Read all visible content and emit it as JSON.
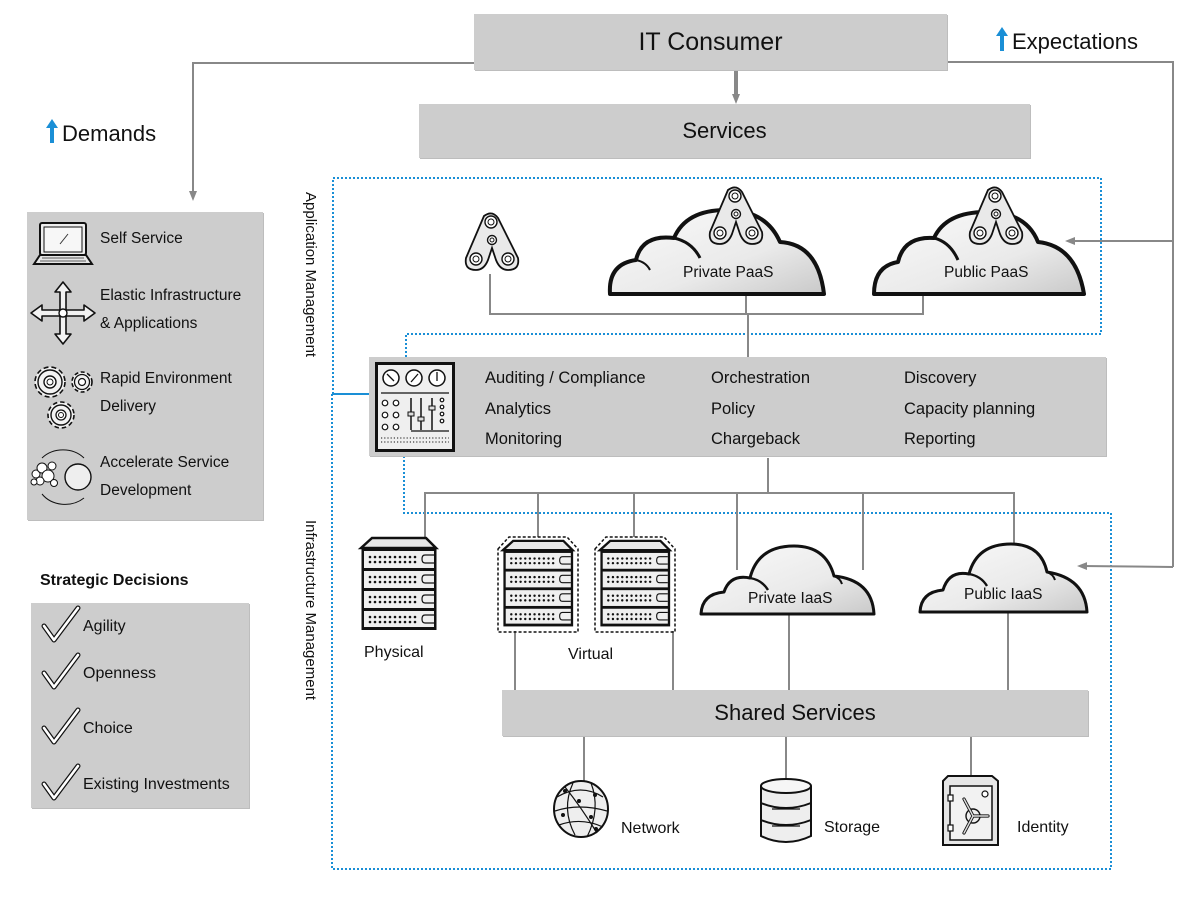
{
  "title_box": {
    "label": "IT Consumer"
  },
  "services_box": {
    "label": "Services"
  },
  "demands": {
    "label": "Demands",
    "arrow_color": "#1a8fd6"
  },
  "expectations": {
    "label": "Expectations",
    "arrow_color": "#1a8fd6"
  },
  "benefits": {
    "items": [
      {
        "icon": "laptop-icon",
        "lines": [
          "Self Service"
        ]
      },
      {
        "icon": "four-way-arrows-icon",
        "lines": [
          "Elastic Infrastructure",
          "& Applications"
        ]
      },
      {
        "icon": "gears-icon",
        "lines": [
          "Rapid Environment",
          "Delivery"
        ]
      },
      {
        "icon": "bubbles-cycle-icon",
        "lines": [
          "Accelerate Service",
          "Development"
        ]
      }
    ]
  },
  "strategic_decisions": {
    "heading": "Strategic Decisions",
    "items": [
      "Agility",
      "Openness",
      "Choice",
      "Existing Investments"
    ]
  },
  "application_management": {
    "label": "Application Management",
    "items": [
      {
        "icon": "app-platform-icon",
        "label": ""
      },
      {
        "icon": "private-paas-cloud-icon",
        "label": "Private PaaS"
      },
      {
        "icon": "public-paas-cloud-icon",
        "label": "Public PaaS"
      }
    ]
  },
  "management_layer": {
    "icon": "control-panel-icon",
    "columns": [
      [
        "Auditing / Compliance",
        "Analytics",
        "Monitoring"
      ],
      [
        "Orchestration",
        "Policy",
        "Chargeback"
      ],
      [
        "Discovery",
        "Capacity planning",
        "Reporting"
      ]
    ]
  },
  "infrastructure_management": {
    "label": "Infrastructure Management",
    "physical_label": "Physical",
    "virtual_label": "Virtual",
    "private_iaas_label": "Private IaaS",
    "public_iaas_label": "Public IaaS"
  },
  "shared_services": {
    "label": "Shared Services",
    "items": [
      {
        "icon": "globe-network-icon",
        "label": "Network"
      },
      {
        "icon": "database-storage-icon",
        "label": "Storage"
      },
      {
        "icon": "safe-identity-icon",
        "label": "Identity"
      }
    ]
  },
  "colors": {
    "box_fill": "#cdcdcd",
    "connector": "#888888",
    "dotted_border": "#1a8fd6",
    "arrow_accent": "#1a8fd6"
  }
}
